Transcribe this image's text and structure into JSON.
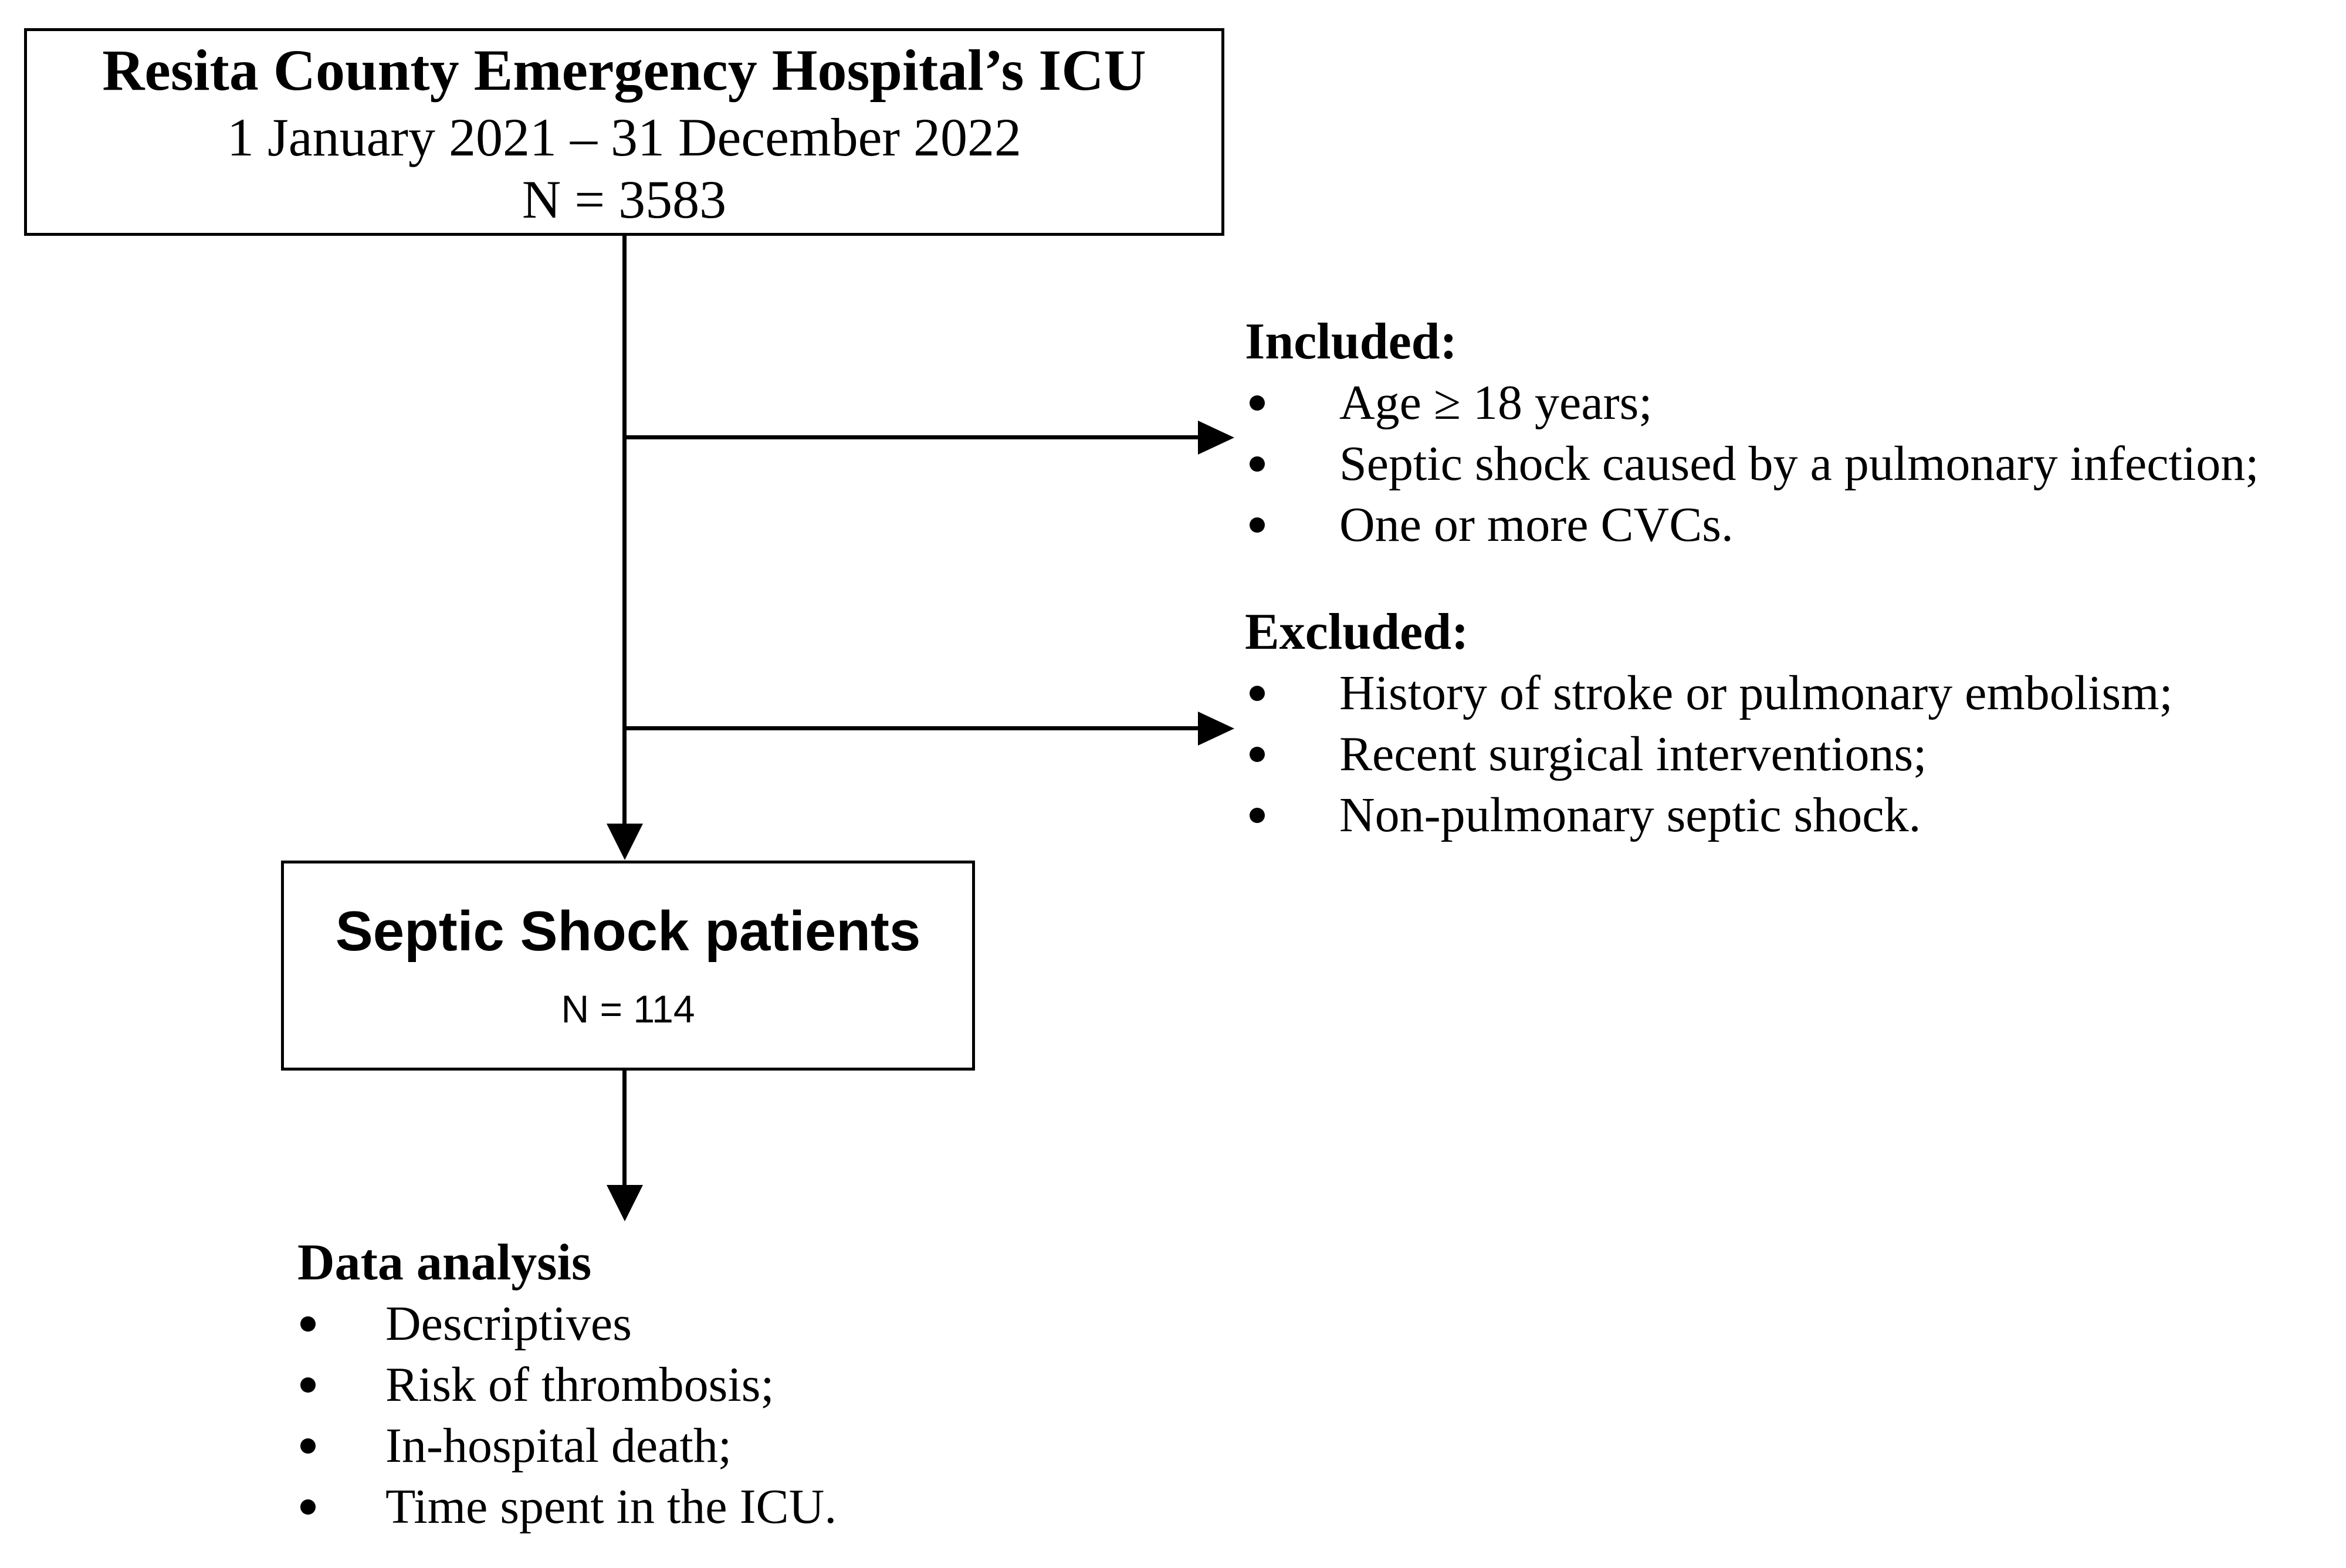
{
  "colors": {
    "ink": "#000000",
    "background": "#ffffff"
  },
  "flowchart": {
    "source_box": {
      "title": "Resita County Emergency Hospital’s ICU",
      "subtitle": "1 January 2021 – 31 December 2022",
      "n": "N = 3583"
    },
    "included": {
      "heading": "Included:",
      "items": [
        "Age ≥ 18 years;",
        "Septic shock caused by a pulmonary infection;",
        "One or more CVCs."
      ]
    },
    "excluded": {
      "heading": "Excluded:",
      "items": [
        "History of stroke or pulmonary embolism;",
        "Recent surgical interventions;",
        "Non-pulmonary septic shock."
      ]
    },
    "patients_box": {
      "title": "Septic Shock patients",
      "n": "N = 114"
    },
    "data_analysis": {
      "heading": "Data analysis",
      "items": [
        "Descriptives",
        "Risk of thrombosis;",
        "In-hospital death;",
        "Time spent in the ICU."
      ]
    }
  }
}
